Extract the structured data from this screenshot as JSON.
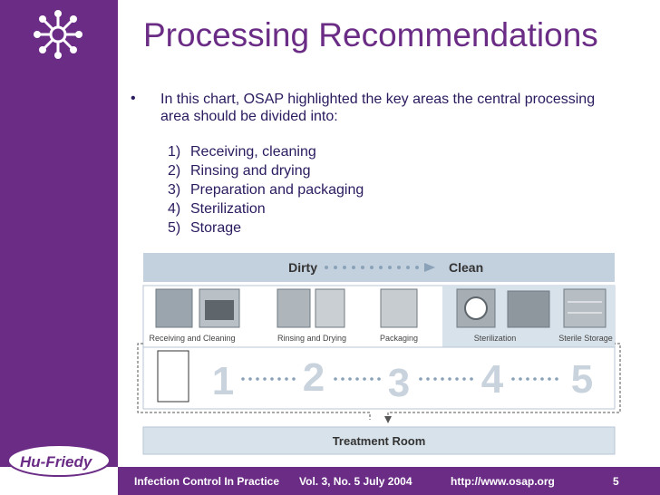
{
  "slide": {
    "title": "Processing Recommendations",
    "bullet_symbol": "•",
    "intro": "In this chart, OSAP highlighted the key areas the central processing area should be divided into:",
    "steps": [
      {
        "num": "1)",
        "label": "Receiving, cleaning"
      },
      {
        "num": "2)",
        "label": "Rinsing and drying"
      },
      {
        "num": "3)",
        "label": "Preparation and packaging"
      },
      {
        "num": "4)",
        "label": "Sterilization"
      },
      {
        "num": "5)",
        "label": "Storage"
      }
    ]
  },
  "diagram": {
    "dirty_label": "Dirty",
    "clean_label": "Clean",
    "station_labels": [
      "Receiving and Cleaning",
      "Rinsing and Drying",
      "Packaging",
      "Sterilization",
      "Sterile Storage"
    ],
    "numbers": [
      "1",
      "2",
      "3",
      "4",
      "5"
    ],
    "treatment_room_label": "Treatment Room"
  },
  "footer": {
    "journal": "Infection Control In Practice",
    "issue": "Vol. 3, No. 5 July 2004",
    "url": "http://www.osap.org",
    "page": "5"
  },
  "brand": {
    "logo_text": "Hu-Friedy"
  },
  "colors": {
    "purple": "#6b2c86",
    "text": "#2a1a5e",
    "header_band": "#c3d0de",
    "chart_panel": "#d8e2ea",
    "dots": "#8aa2b8",
    "big_numbers": "#c9d3dd"
  }
}
